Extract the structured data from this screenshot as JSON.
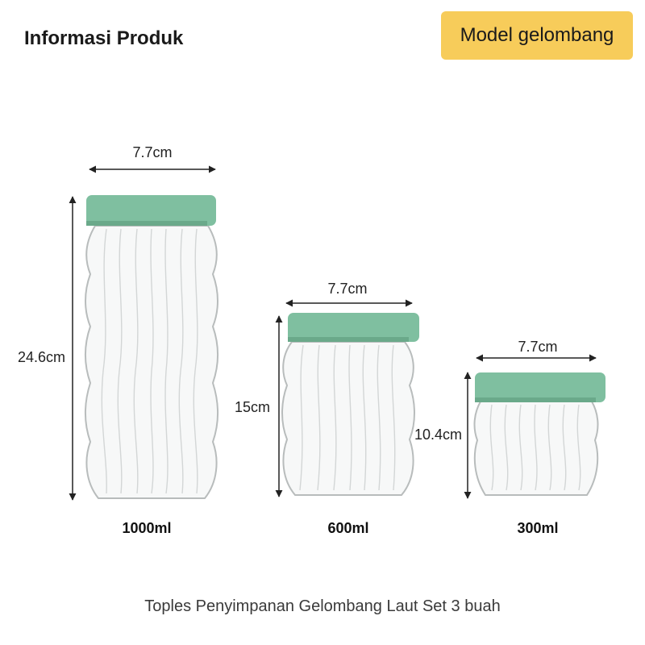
{
  "header": {
    "title": "Informasi Produk",
    "badge": "Model gelombang"
  },
  "jars": [
    {
      "width_label": "7.7cm",
      "height_label": "24.6cm",
      "volume_label": "1000ml"
    },
    {
      "width_label": "7.7cm",
      "height_label": "15cm",
      "volume_label": "600ml"
    },
    {
      "width_label": "7.7cm",
      "height_label": "10.4cm",
      "volume_label": "300ml"
    }
  ],
  "caption": "Toples Penyimpanan Gelombang Laut Set 3 buah",
  "colors": {
    "badge": "#f7cc5a",
    "lid": "#7fbfa0",
    "glass_outline": "#b8bcbc"
  }
}
